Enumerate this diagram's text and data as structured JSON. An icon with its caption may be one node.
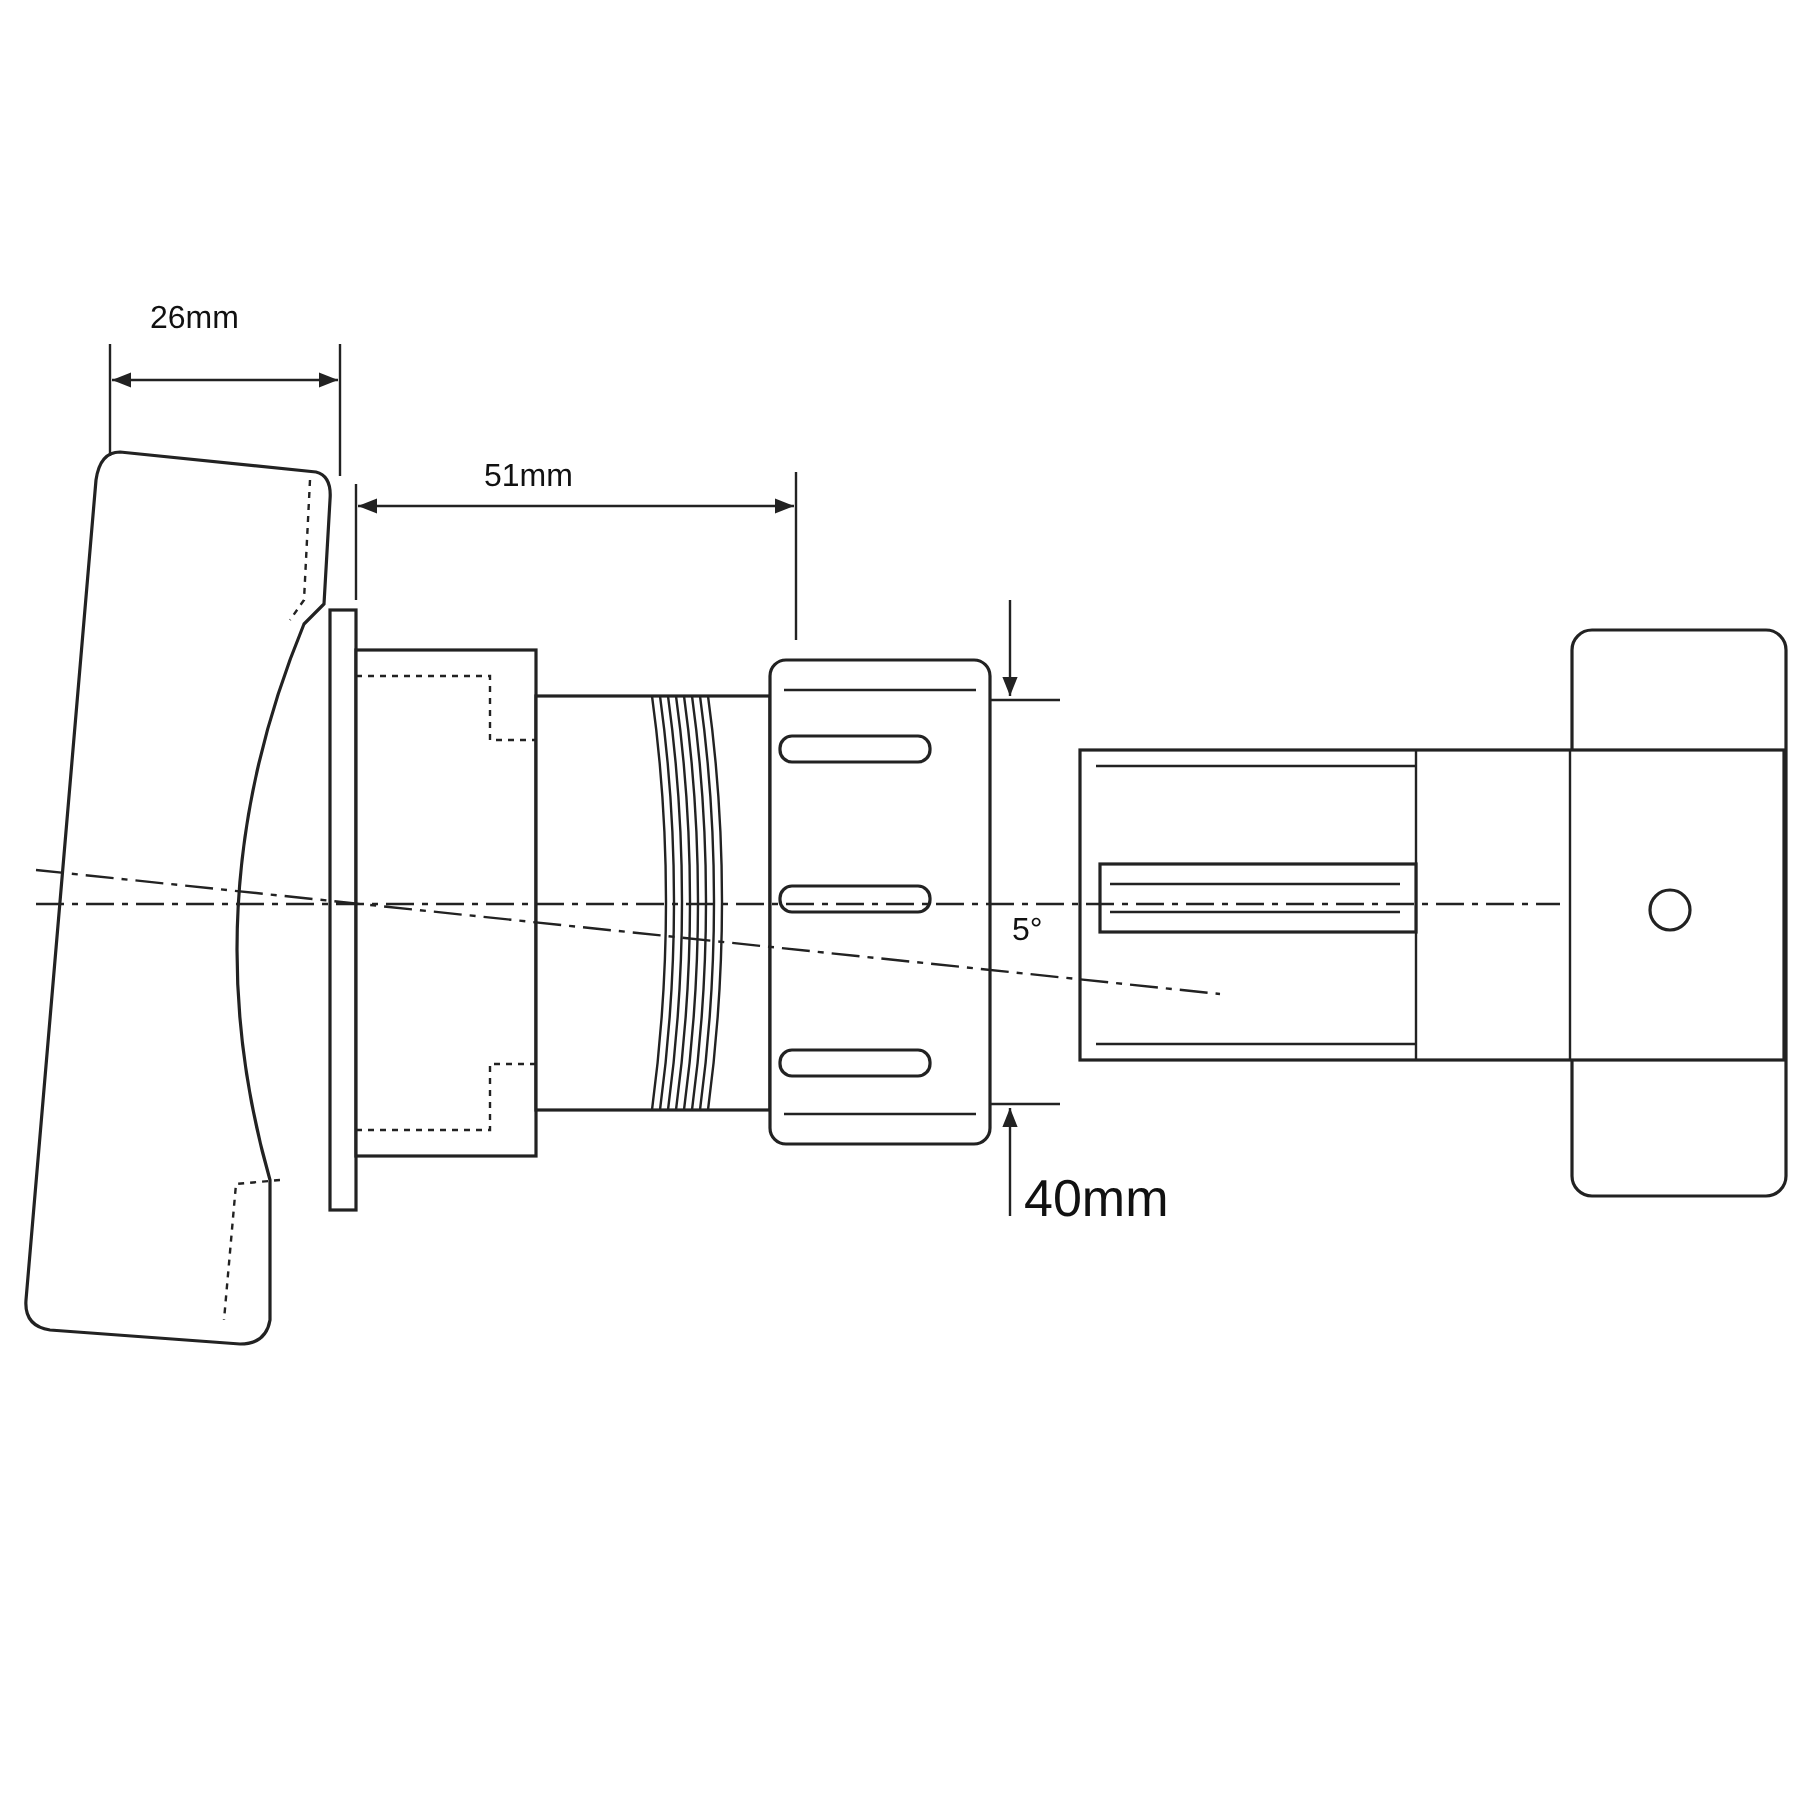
{
  "diagram": {
    "labels": [
      "26mm",
      "51mm",
      "5°",
      "40mm"
    ]
  }
}
